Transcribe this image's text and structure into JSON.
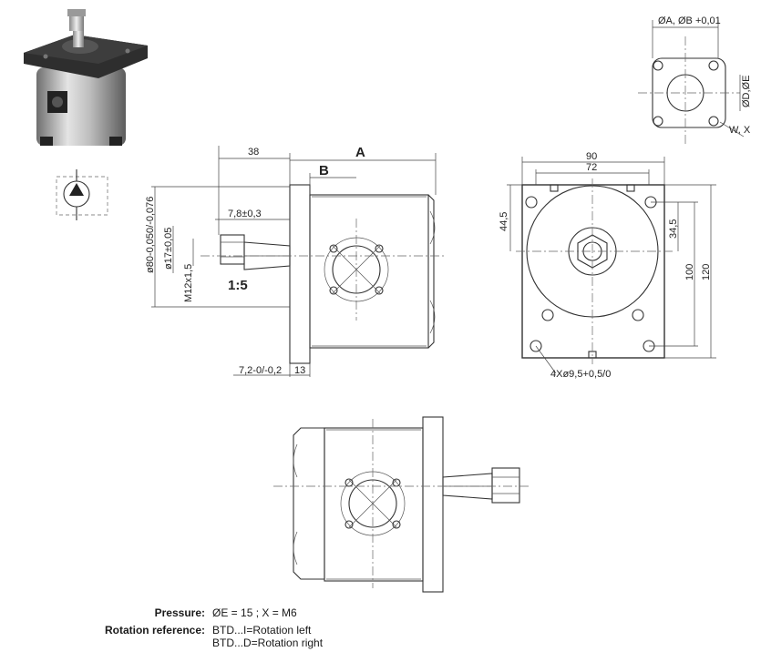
{
  "dimensions": {
    "d38": "38",
    "dA": "A",
    "dB": "B",
    "d7_8": "7,8±0,3",
    "ratio": "1:5",
    "shaft17": "ø17±0,05",
    "pilot80": "ø80-0,050/-0,076",
    "thread": "M12x1,5",
    "d7_2": "7,2-0/-0,2",
    "d13": "13",
    "d90": "90",
    "d72": "72",
    "d44_5": "44,5",
    "d34_5": "34,5",
    "d100": "100",
    "d120": "120",
    "holes": "4Xø9,5+0,5/0",
    "portAB": "ØA, ØB +0,01",
    "portDE": "ØD,ØE",
    "portWX": "W, X"
  },
  "legend": {
    "pressure_label": "Pressure:",
    "pressure_value": "ØE =  15 ; X = M6",
    "rotation_label": "Rotation reference:",
    "rotation_left": "BTD...I=Rotation left",
    "rotation_right": "BTD...D=Rotation right"
  },
  "colors": {
    "photo_body": "#b8b8b8",
    "photo_flange": "#2e2e2e",
    "symbol_fill": "#222222"
  },
  "icons": [
    "pump-photo",
    "hydraulic-pump-symbol",
    "port-detail-drawing"
  ]
}
